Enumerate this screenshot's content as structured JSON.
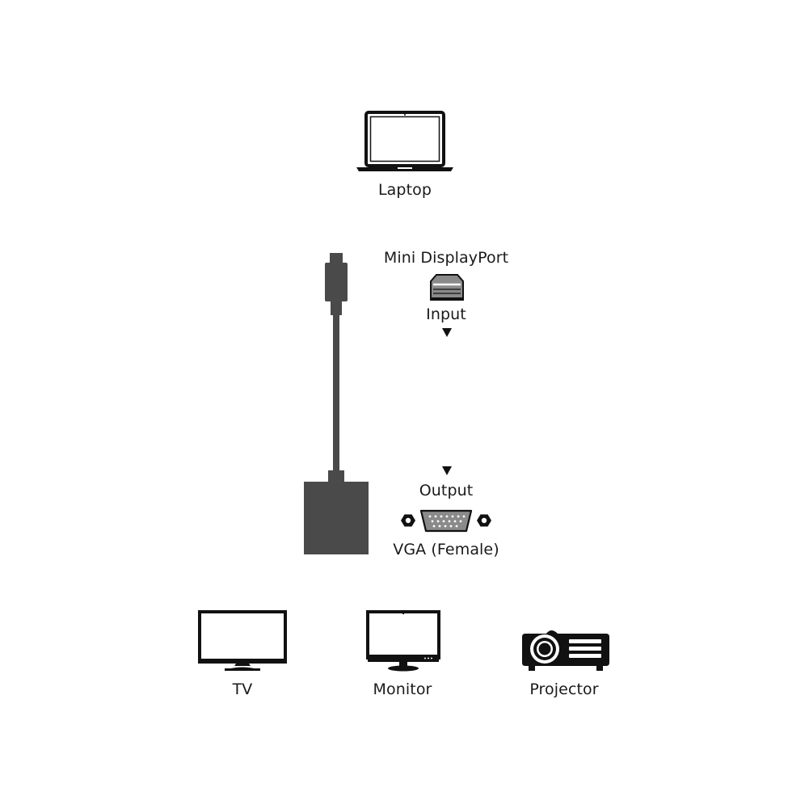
{
  "colors": {
    "adapter": "#4a4a4a",
    "icon_stroke": "#111111",
    "connector_fill": "#8a8a8a",
    "background": "#ffffff"
  },
  "source": {
    "label": "Laptop",
    "icon": "laptop-icon"
  },
  "adapter": {
    "input_connector_label": "Mini DisplayPort",
    "input_connector_icon": "mini-displayport-icon",
    "input_label": "Input",
    "output_label": "Output",
    "output_connector_icon": "vga-female-connector-icon",
    "output_connector_label": "VGA (Female)"
  },
  "displays": [
    {
      "label": "TV",
      "icon": "tv-icon"
    },
    {
      "label": "Monitor",
      "icon": "monitor-icon"
    },
    {
      "label": "Projector",
      "icon": "projector-icon"
    }
  ]
}
